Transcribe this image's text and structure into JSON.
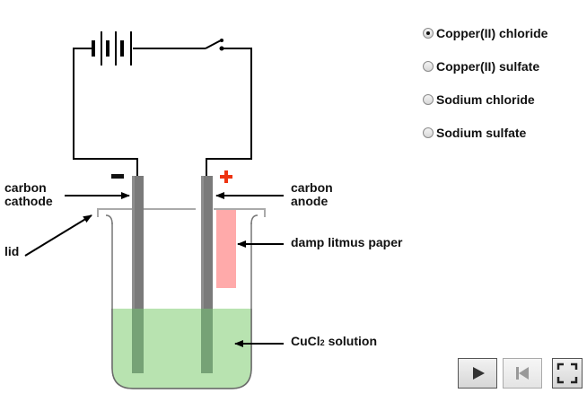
{
  "diagram": {
    "labels": {
      "cathode_line1": "carbon",
      "cathode_line2": "cathode",
      "anode_line1": "carbon",
      "anode_line2": "anode",
      "lid": "lid",
      "litmus": "damp litmus paper",
      "solution_formula": "CuCl",
      "solution_subscript": "2",
      "solution_suffix": " solution",
      "negative_sign": "−",
      "positive_sign": "+"
    },
    "colors": {
      "wire": "#000000",
      "electrode": "#7a7a7a",
      "electrode_submerged": "#76a276",
      "solution": "#b8e3b0",
      "beaker": "#777777",
      "lid": "#aaaaaa",
      "litmus_paper": "#ffaaaa",
      "positive_sign": "#ee3311"
    }
  },
  "options": [
    {
      "label": "Copper(II) chloride",
      "selected": true
    },
    {
      "label": "Copper(II) sulfate",
      "selected": false
    },
    {
      "label": "Sodium chloride",
      "selected": false
    },
    {
      "label": "Sodium sulfate",
      "selected": false
    }
  ],
  "controls": {
    "play": {
      "icon": "play-icon",
      "enabled": true
    },
    "reset": {
      "icon": "skip-back-icon",
      "enabled": false
    },
    "fullscreen": {
      "icon": "fullscreen-icon",
      "enabled": true
    }
  }
}
